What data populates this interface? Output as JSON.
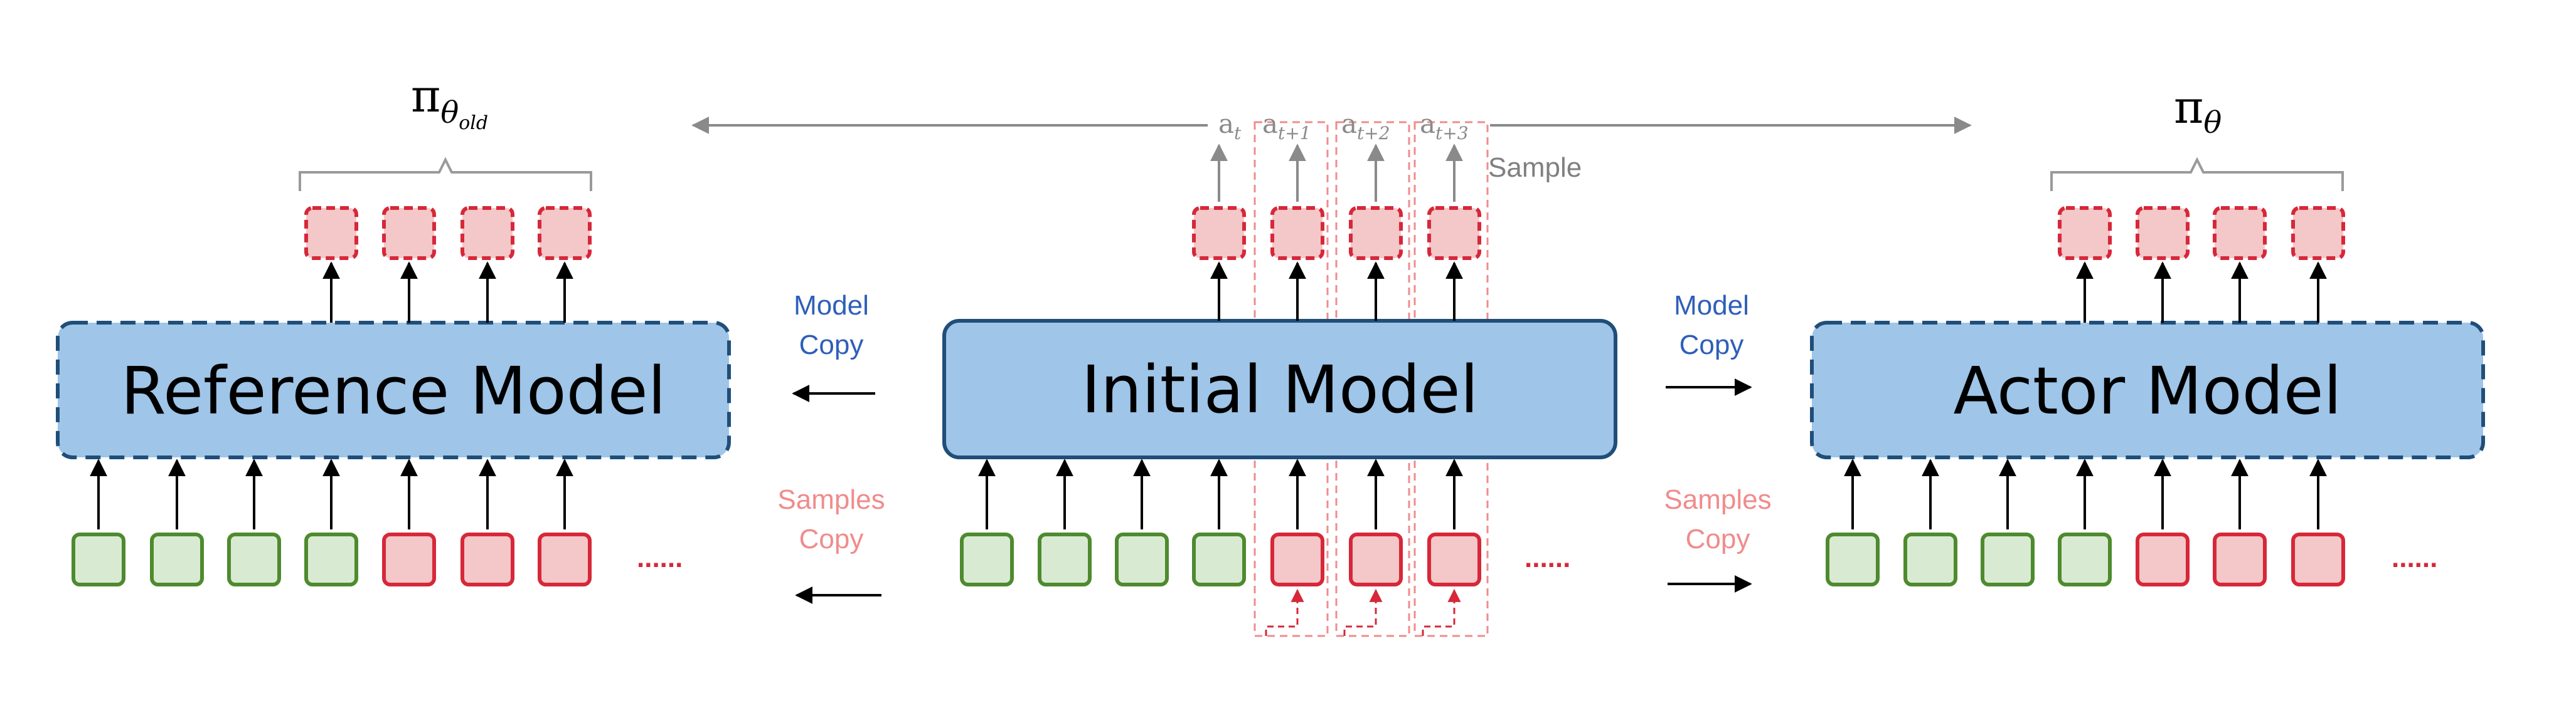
{
  "models": {
    "reference": "Reference Model",
    "initial": "Initial Model",
    "actor": "Actor Model"
  },
  "policies": {
    "reference": {
      "symbol": "π",
      "sub": "θ",
      "subsub": "old"
    },
    "actor": {
      "symbol": "π",
      "sub": "θ"
    }
  },
  "labels": {
    "model_copy_line1": "Model",
    "model_copy_line2": "Copy",
    "samples_copy_line1": "Samples",
    "samples_copy_line2": "Copy",
    "sample": "Sample",
    "ellipsis": "......"
  },
  "actions": [
    {
      "base": "a",
      "sub": "t"
    },
    {
      "base": "a",
      "sub": "t+1"
    },
    {
      "base": "a",
      "sub": "t+2"
    },
    {
      "base": "a",
      "sub": "t+3"
    }
  ],
  "colors": {
    "model_fill": "#9fc5e8",
    "model_stroke": "#1f4e79",
    "green_fill": "#d9ead3",
    "green_stroke": "#4e8a2e",
    "red_fill": "#f4c7c9",
    "red_stroke": "#d62839",
    "model_copy_text": "#2f5fb8",
    "samples_copy_text": "#f08c8c",
    "gray": "#8a8a8a"
  }
}
